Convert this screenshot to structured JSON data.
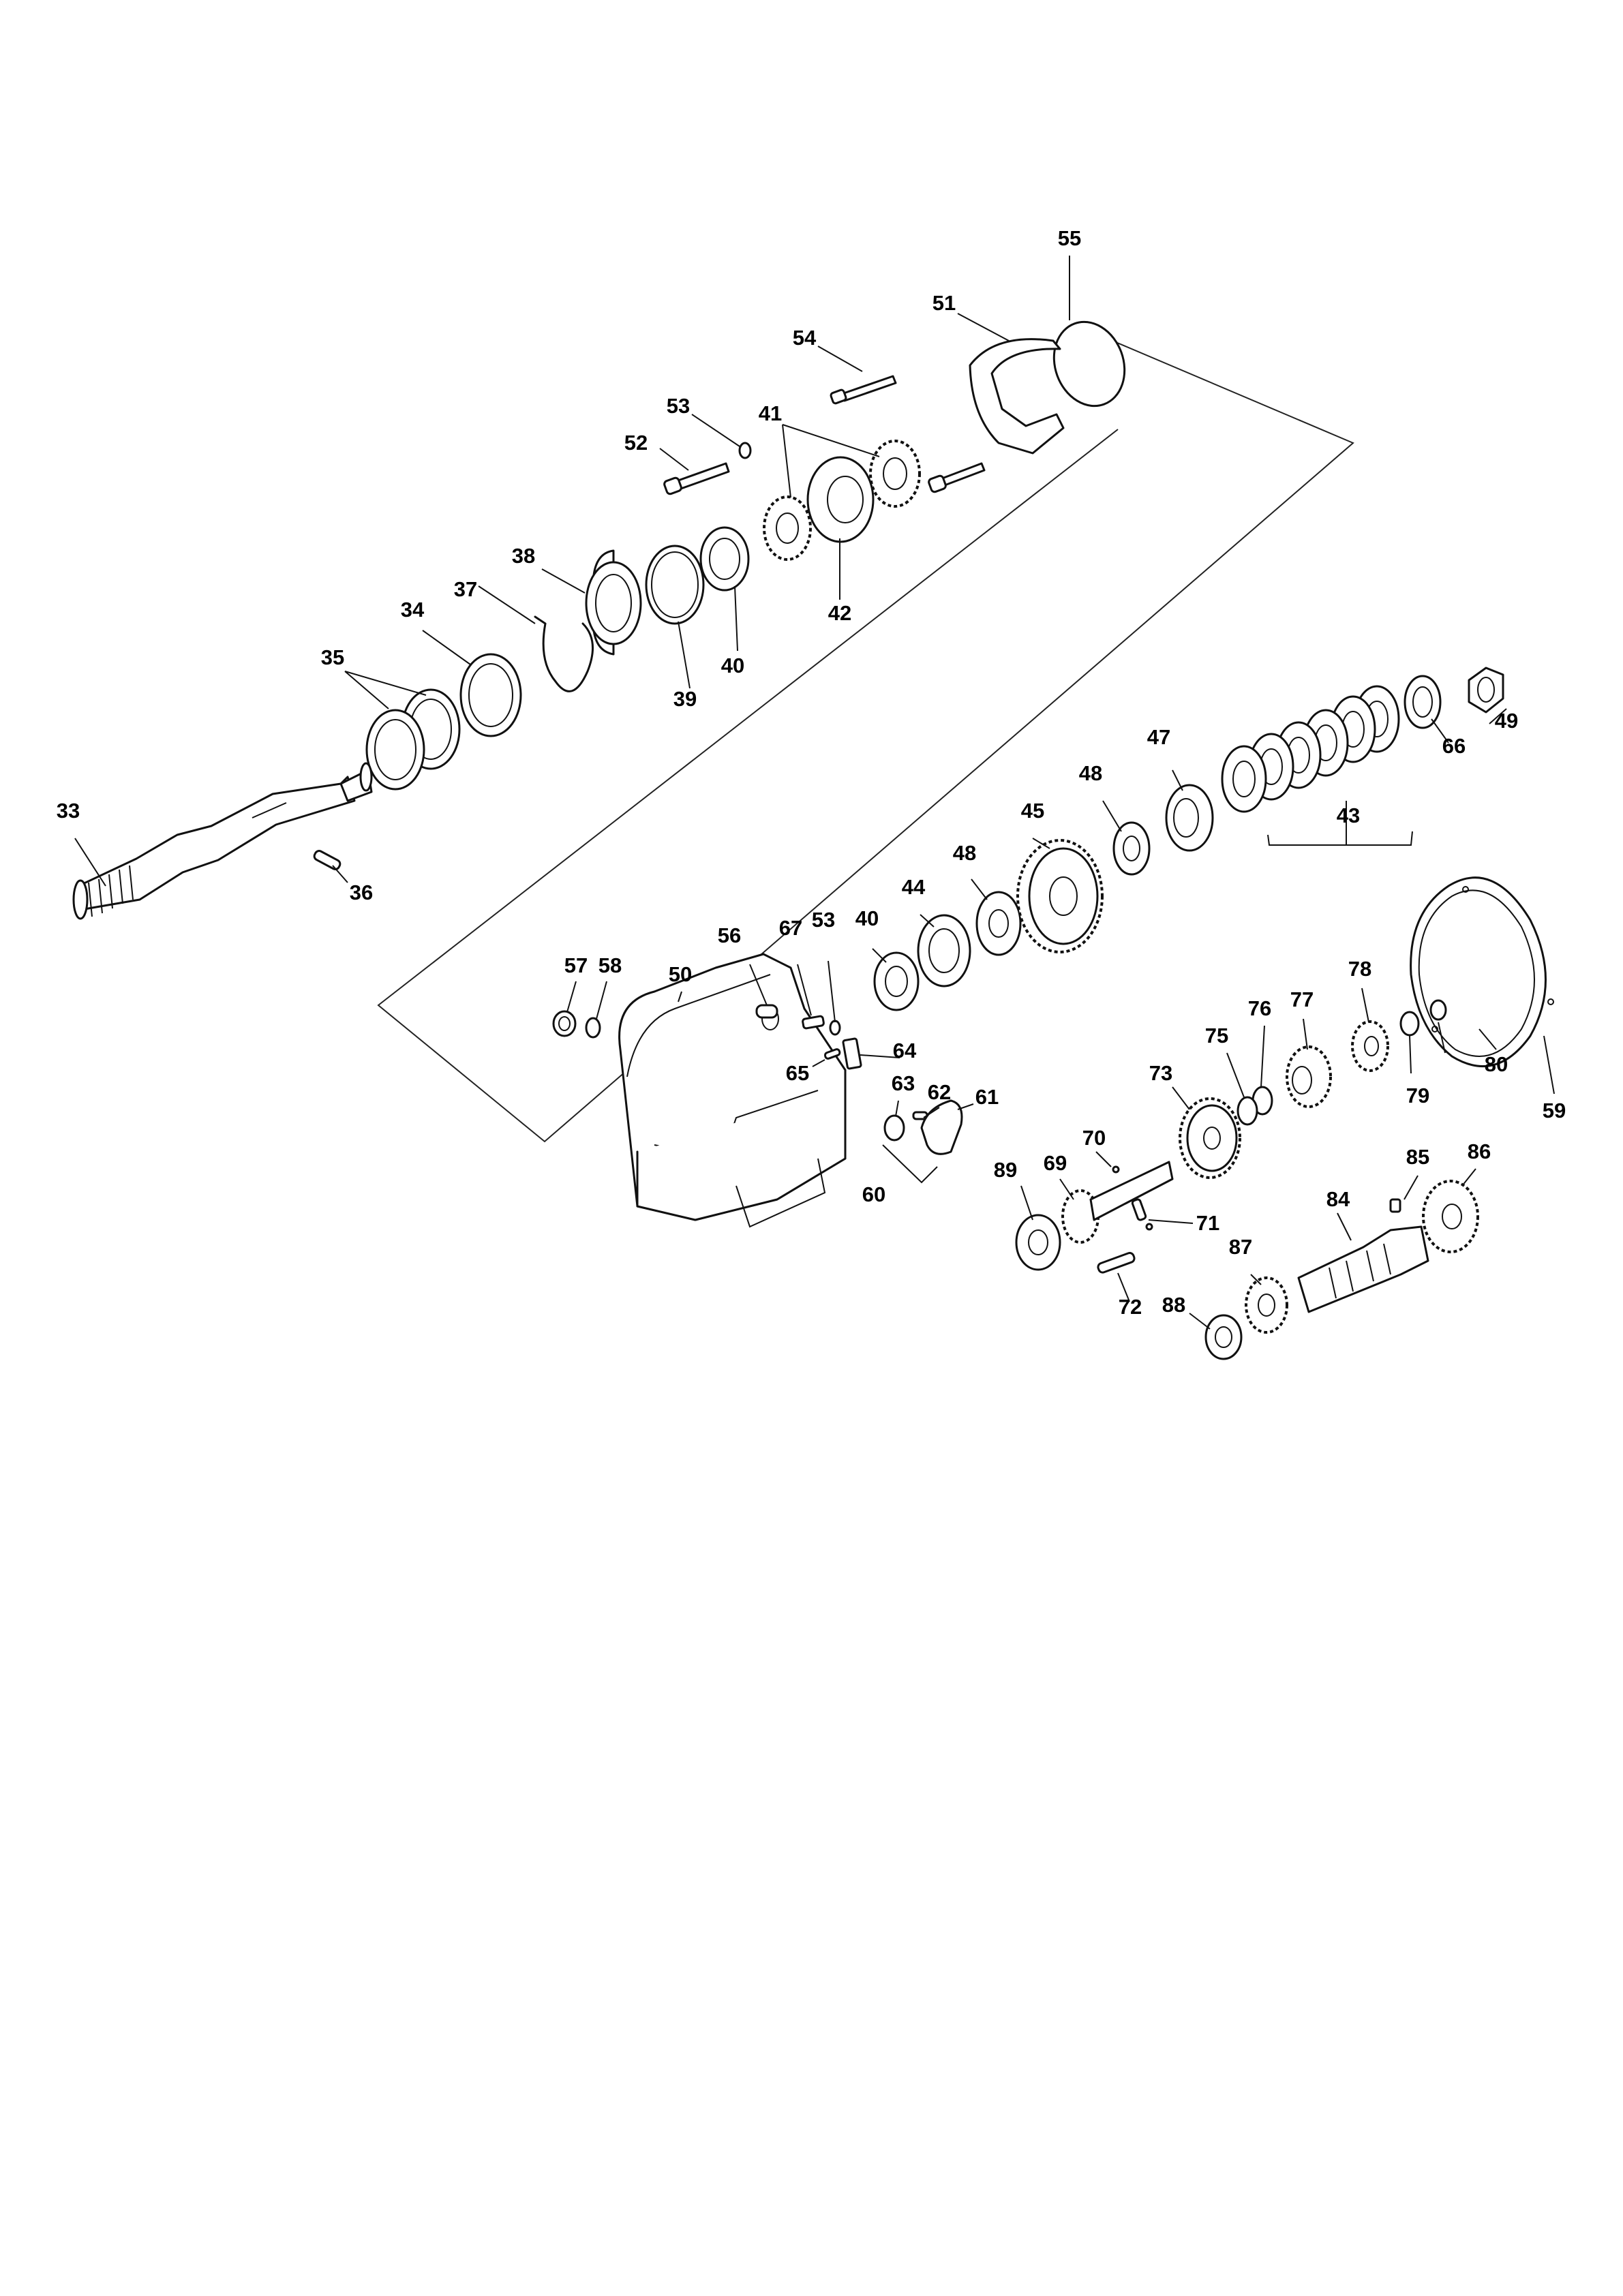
{
  "labels": {
    "n33": "33",
    "n34": "34",
    "n35": "35",
    "n36": "36",
    "n37": "37",
    "n38": "38",
    "n39": "39",
    "n40": "40",
    "n40b": "40",
    "n41": "41",
    "n42": "42",
    "n43": "43",
    "n44": "44",
    "n45": "45",
    "n47": "47",
    "n48": "48",
    "n48b": "48",
    "n49": "49",
    "n50": "50",
    "n51": "51",
    "n52": "52",
    "n53": "53",
    "n53b": "53",
    "n54": "54",
    "n55": "55",
    "n56": "56",
    "n57": "57",
    "n58": "58",
    "n59": "59",
    "n60": "60",
    "n61": "61",
    "n62": "62",
    "n63": "63",
    "n64": "64",
    "n65": "65",
    "n66": "66",
    "n67": "67",
    "n69": "69",
    "n70": "70",
    "n71": "71",
    "n72": "72",
    "n73": "73",
    "n75": "75",
    "n76": "76",
    "n77": "77",
    "n78": "78",
    "n79": "79",
    "n80": "80",
    "n84": "84",
    "n85": "85",
    "n86": "86",
    "n87": "87",
    "n88": "88",
    "n89": "89"
  }
}
